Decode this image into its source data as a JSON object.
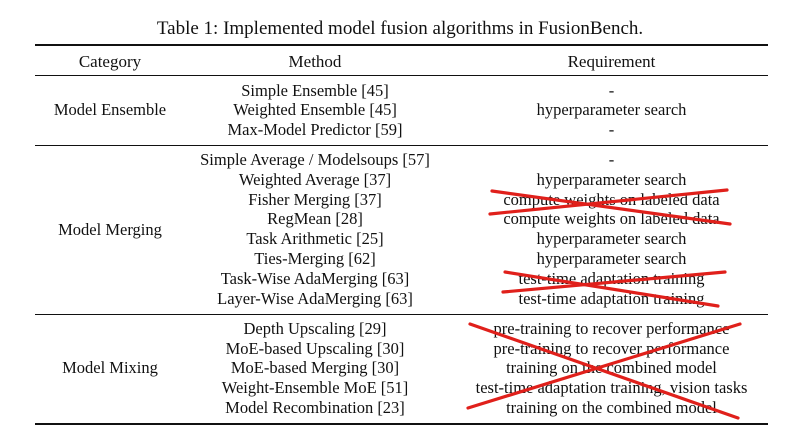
{
  "caption": "Table 1: Implemented model fusion algorithms in FusionBench.",
  "headers": {
    "category": "Category",
    "method": "Method",
    "requirement": "Requirement"
  },
  "groups": [
    {
      "category": "Model Ensemble",
      "rows": [
        {
          "method": "Simple Ensemble [45]",
          "requirement": "-",
          "struck": false
        },
        {
          "method": "Weighted Ensemble [45]",
          "requirement": "hyperparameter search",
          "struck": false
        },
        {
          "method": "Max-Model Predictor [59]",
          "requirement": "-",
          "struck": false
        }
      ]
    },
    {
      "category": "Model Merging",
      "rows": [
        {
          "method": "Simple Average / Modelsoups [57]",
          "requirement": "-",
          "struck": false
        },
        {
          "method": "Weighted Average [37]",
          "requirement": "hyperparameter search",
          "struck": false
        },
        {
          "method": "Fisher Merging [37]",
          "requirement": "compute weights on labeled data",
          "struck": true
        },
        {
          "method": "RegMean [28]",
          "requirement": "compute weights on labeled data",
          "struck": true
        },
        {
          "method": "Task Arithmetic [25]",
          "requirement": "hyperparameter search",
          "struck": false
        },
        {
          "method": "Ties-Merging [62]",
          "requirement": "hyperparameter search",
          "struck": false
        },
        {
          "method": "Task-Wise AdaMerging [63]",
          "requirement": "test-time adaptation training",
          "struck": true
        },
        {
          "method": "Layer-Wise AdaMerging [63]",
          "requirement": "test-time adaptation training",
          "struck": true
        }
      ]
    },
    {
      "category": "Model Mixing",
      "rows": [
        {
          "method": "Depth Upscaling [29]",
          "requirement": "pre-training to recover performance",
          "struck": true
        },
        {
          "method": "MoE-based Upscaling [30]",
          "requirement": "pre-training to recover performance",
          "struck": true
        },
        {
          "method": "MoE-based Merging [30]",
          "requirement": "training on the combined model",
          "struck": true
        },
        {
          "method": "Weight-Ensemble MoE [51]",
          "requirement": "test-time adaptation training, vision tasks",
          "struck": true
        },
        {
          "method": "Model Recombination [23]",
          "requirement": "training on the combined model",
          "struck": true
        }
      ]
    }
  ],
  "annotation_color": "#e0201b"
}
